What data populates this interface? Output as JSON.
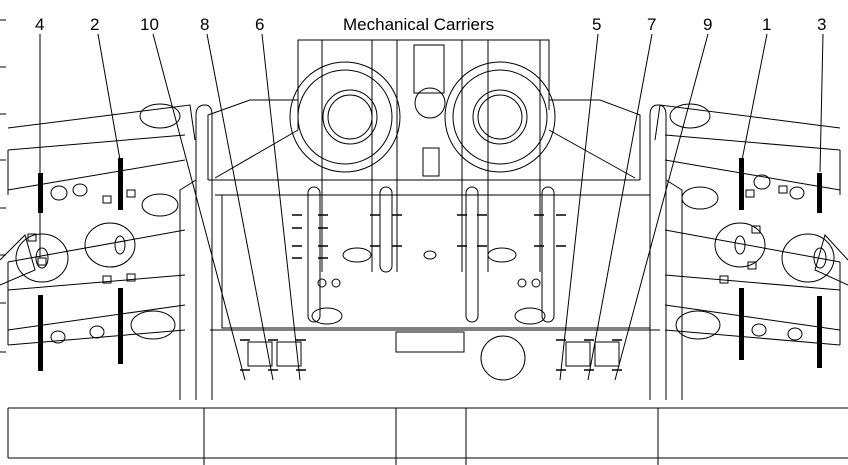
{
  "title": "Mechanical Carriers",
  "callouts": [
    "4",
    "2",
    "10",
    "8",
    "6",
    "5",
    "7",
    "9",
    "1",
    "3"
  ],
  "colors": {
    "line": "#000000",
    "background": "#ffffff"
  }
}
